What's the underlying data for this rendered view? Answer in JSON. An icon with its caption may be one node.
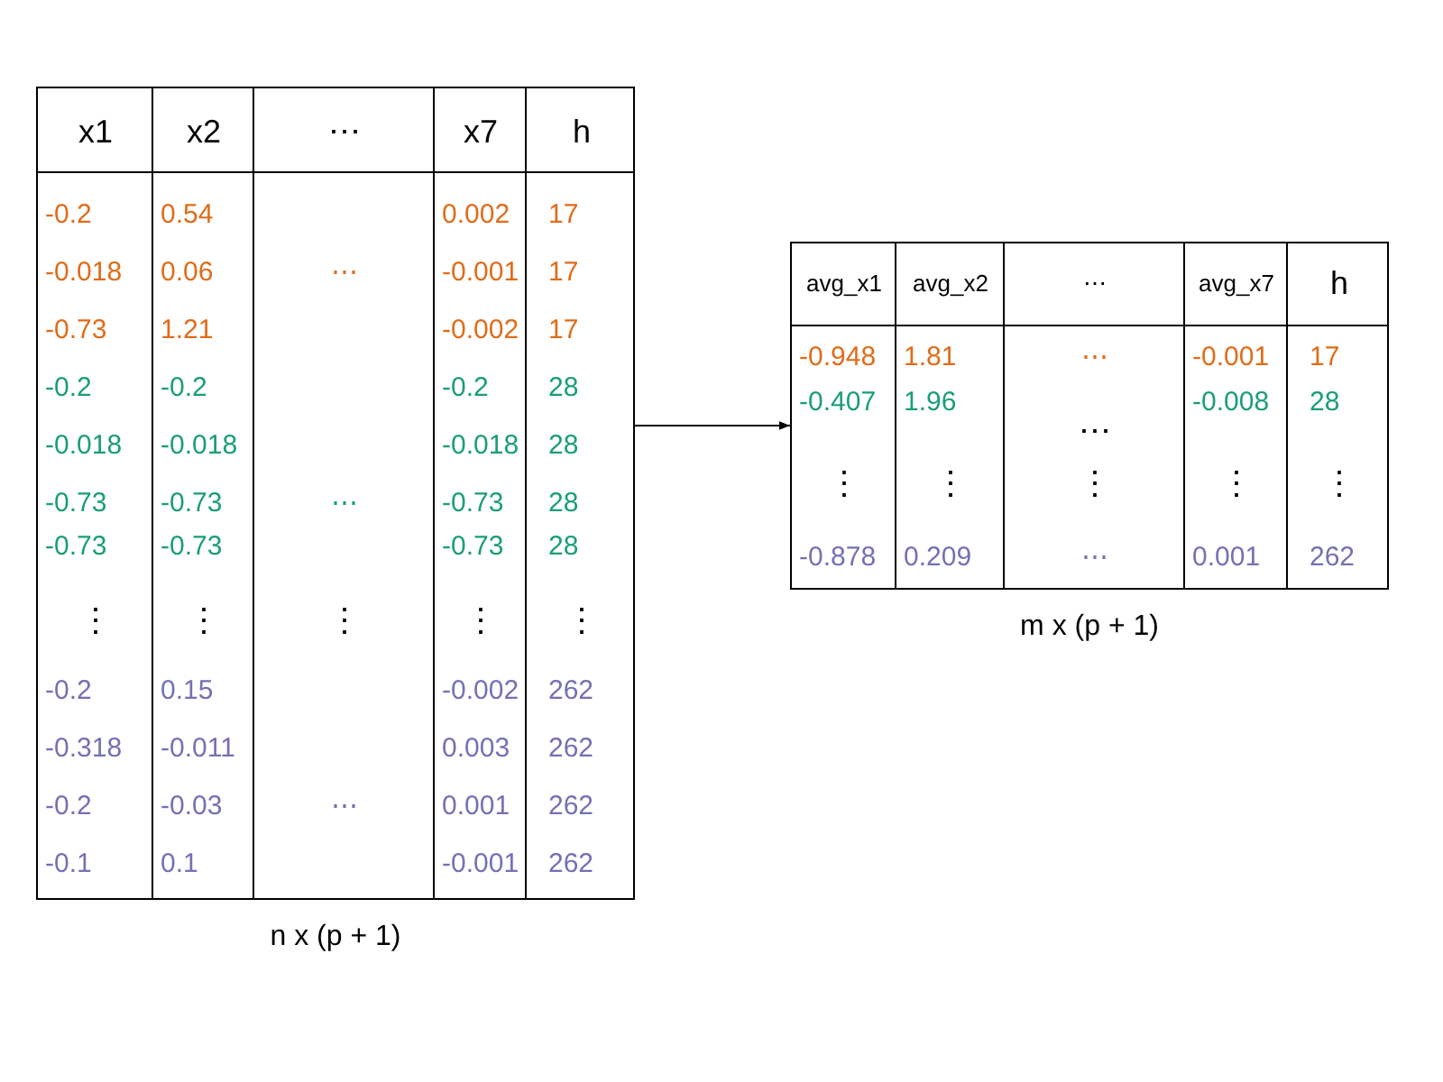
{
  "diagram": {
    "nodes": [
      {
        "text": [
          "x1",
          "x2",
          "⋯",
          "x7",
          "h",
          "-0.2",
          "0.54",
          "0.002",
          "17",
          "-0.018",
          "0.06",
          "⋯",
          "-0.001",
          "17",
          "-0.73",
          "1.21",
          "-0.002",
          "17",
          "-0.2",
          "-0.2",
          "-0.2",
          "28",
          "-0.018",
          "-0.018",
          "-0.018",
          "28",
          "-0.73",
          "-0.73",
          "⋯",
          "-0.73",
          "28",
          "-0.73",
          "-0.73",
          "-0.73",
          "28",
          "⋮",
          "⋮",
          "⋮",
          "⋮",
          "⋮",
          "-0.2",
          "0.15",
          "-0.002",
          "262",
          "-0.318",
          "-0.011",
          "0.003",
          "262",
          "-0.2",
          "-0.03",
          "⋯",
          "0.001",
          "262",
          "-0.1",
          "0.1",
          "-0.001",
          "262"
        ],
        "beside": [
          "n x (p + 1)"
        ]
      },
      {
        "text": [
          "avg_x1",
          "avg_x2",
          "⋯",
          "avg_x7",
          "h",
          "-0.948",
          "1.81",
          "⋯",
          "-0.001",
          "17",
          "-0.407",
          "1.96",
          "-0.008",
          "28",
          "⋯",
          "⋮",
          "⋮",
          "⋮",
          "⋮",
          "⋮",
          "-0.878",
          "0.209",
          "⋯",
          "0.001",
          "262"
        ],
        "beside": [
          "m x (p + 1)"
        ]
      }
    ],
    "edges": [
      {
        "from": 0,
        "to": 1,
        "arrow": "to"
      }
    ]
  }
}
